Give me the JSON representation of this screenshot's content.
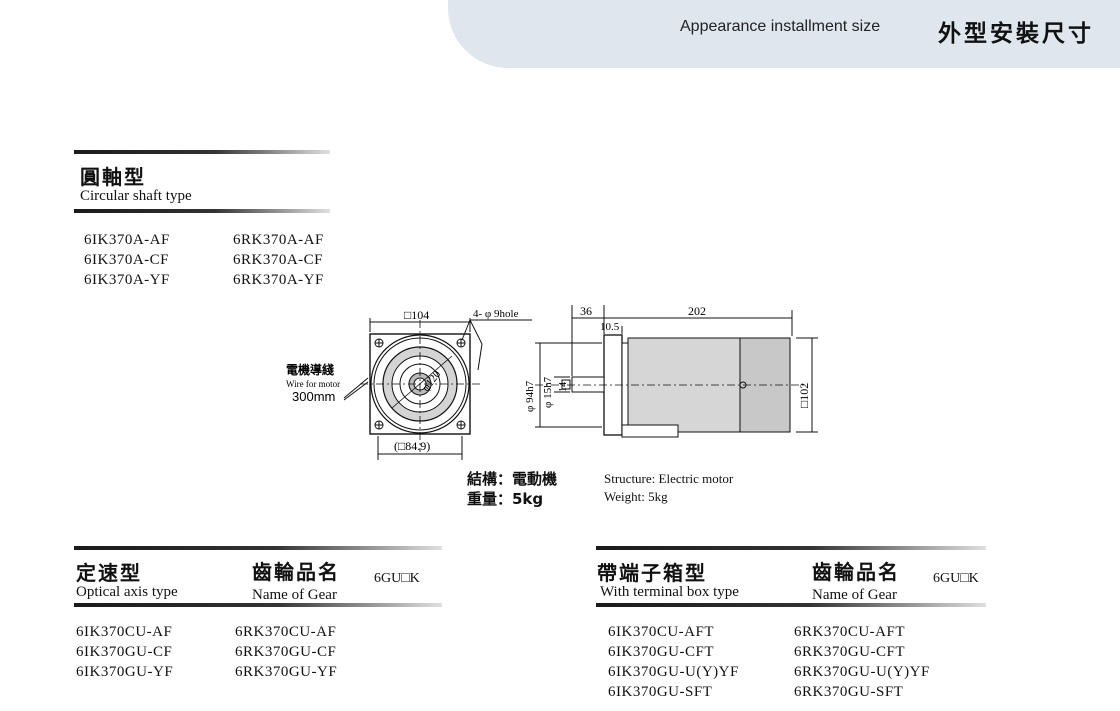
{
  "header": {
    "en": "Appearance installment size",
    "zh": "外型安裝尺寸"
  },
  "circular": {
    "zh": "圓軸型",
    "en": "Circular shaft type",
    "col1": [
      "6IK370A-AF",
      "6IK370A-CF",
      "6IK370A-YF"
    ],
    "col2": [
      "6RK370A-AF",
      "6RK370A-CF",
      "6RK370A-YF"
    ]
  },
  "drawing": {
    "front": {
      "square": "□104",
      "holes": "4- φ 9hole",
      "circle": "φ120",
      "inner_square": "(□84.9)",
      "wire_zh": "電機導綫",
      "wire_en": "Wire for motor",
      "wire_len": "300mm"
    },
    "side": {
      "shaft_len": "36",
      "flange": "10.5",
      "body_len": "202",
      "pilot": "φ 94h7",
      "shaft_dia": "φ 15h7",
      "key": "14",
      "height": "□102"
    }
  },
  "structure": {
    "zh_line1": "結構：電動機",
    "zh_line2": "重量：5kg",
    "en_line1": "Structure: Electric motor",
    "en_line2": "Weight: 5kg"
  },
  "optical": {
    "zh": "定速型",
    "en": "Optical axis type",
    "gear_zh": "齒輪品名",
    "gear_en": "Name of Gear",
    "gear_code": "6GU□K",
    "col1": [
      "6IK370CU-AF",
      "6IK370GU-CF",
      "6IK370GU-YF"
    ],
    "col2": [
      "6RK370CU-AF",
      "6RK370GU-CF",
      "6RK370GU-YF"
    ]
  },
  "terminal": {
    "zh": "帶端子箱型",
    "en": "With terminal box type",
    "gear_zh": "齒輪品名",
    "gear_en": "Name of Gear",
    "gear_code": "6GU□K",
    "col1": [
      "6IK370CU-AFT",
      "6IK370GU-CFT",
      "6IK370GU-U(Y)YF",
      "6IK370GU-SFT"
    ],
    "col2": [
      "6RK370CU-AFT",
      "6RK370GU-CFT",
      "6RK370GU-U(Y)YF",
      "6RK370GU-SFT"
    ]
  }
}
